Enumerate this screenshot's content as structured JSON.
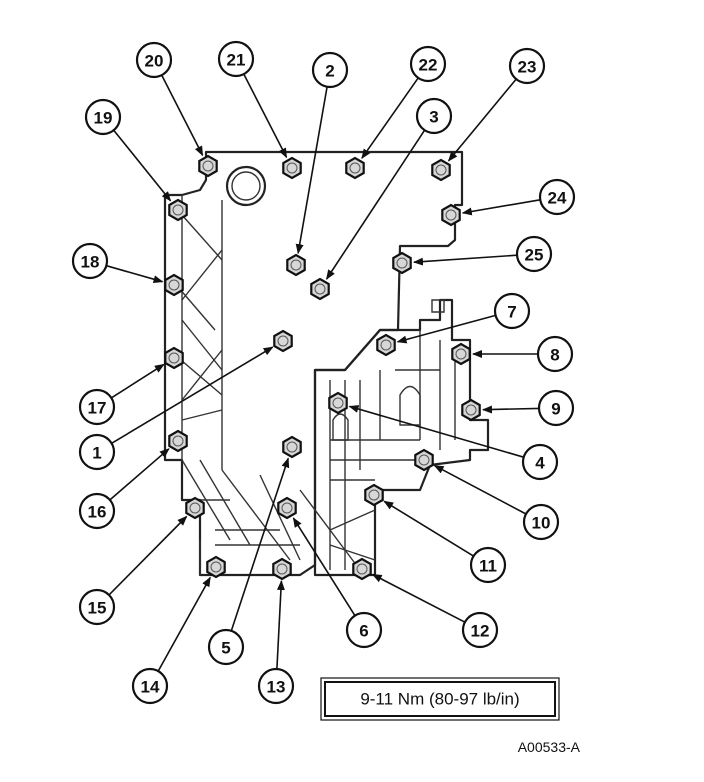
{
  "diagram": {
    "torque_spec": "9-11 Nm (80-97 lb/in)",
    "figure_code": "A00533-A",
    "callouts": [
      "1",
      "2",
      "3",
      "4",
      "5",
      "6",
      "7",
      "8",
      "9",
      "10",
      "11",
      "12",
      "13",
      "14",
      "15",
      "16",
      "17",
      "18",
      "19",
      "20",
      "21",
      "22",
      "23",
      "24",
      "25"
    ]
  }
}
